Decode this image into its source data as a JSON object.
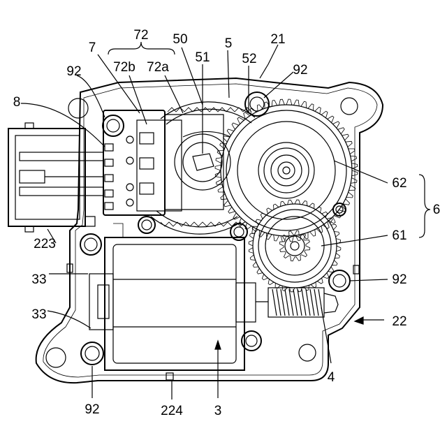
{
  "figure": {
    "labels": {
      "l72": "72",
      "l7": "7",
      "l72b": "72b",
      "l72a": "72a",
      "l50": "50",
      "l51": "51",
      "l5": "5",
      "l52": "52",
      "l21": "21",
      "l92_top_left": "92",
      "l92_top_right": "92",
      "l8": "8",
      "l62": "62",
      "l6": "6",
      "l61": "61",
      "l223": "223",
      "l33_upper": "33",
      "l33_lower": "33",
      "l92_right": "92",
      "l22": "22",
      "l4": "4",
      "l92_bottom": "92",
      "l224": "224",
      "l3": "3"
    }
  }
}
